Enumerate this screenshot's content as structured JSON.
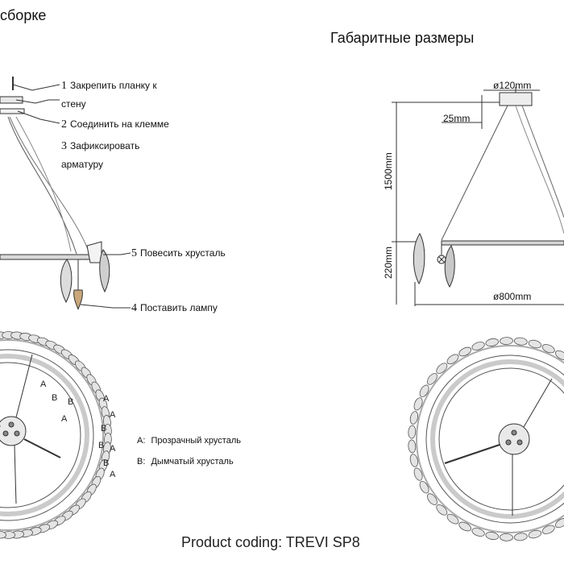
{
  "headers": {
    "assembly": "сборке",
    "dimensions": "Габаритные размеры"
  },
  "steps": [
    {
      "num": "1",
      "text": "Закрепить планку к"
    },
    {
      "num": "",
      "text": "стену"
    },
    {
      "num": "2",
      "text": "Соединить на клемме"
    },
    {
      "num": "3",
      "text": "Зафиксировать"
    },
    {
      "num": "",
      "text": "арматуру"
    },
    {
      "num": "5",
      "text": "Повесить хрусталь"
    },
    {
      "num": "4",
      "text": "Поставить лампу"
    }
  ],
  "dimensions": {
    "canopy": "ø120mm",
    "canopy_height": "25mm",
    "drop": "1500mm",
    "body_height": "220mm",
    "diameter": "ø800mm"
  },
  "legend": [
    {
      "key": "A:",
      "text": "Прозрачный хрусталь"
    },
    {
      "key": "B:",
      "text": "Дымчатый хрусталь"
    }
  ],
  "ring_labels": [
    "A",
    "B",
    "B",
    "A",
    "A",
    "B",
    "A",
    "B",
    "A",
    "B",
    "A"
  ],
  "product_coding": "Product coding: TREVI SP8"
}
